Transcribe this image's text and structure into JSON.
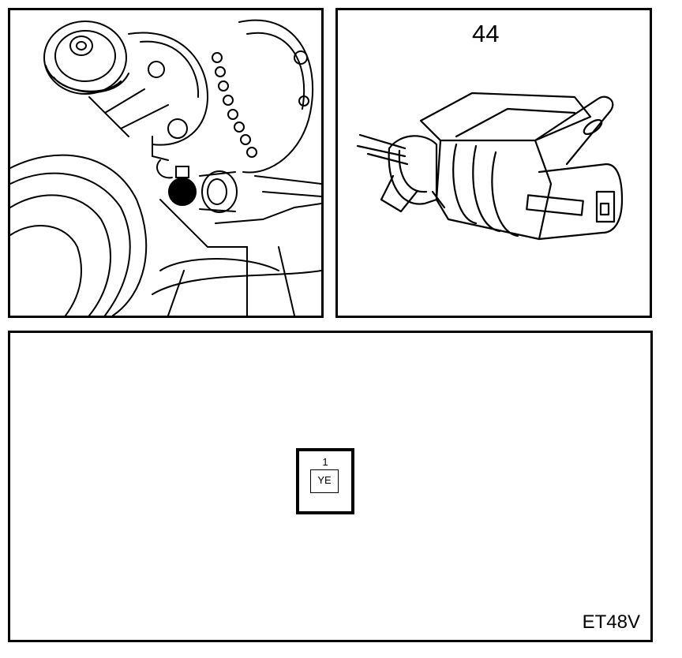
{
  "connector_panel": {
    "connector_number": "44"
  },
  "pinout_panel": {
    "pins": [
      {
        "number": "1",
        "wire_color": "YE"
      }
    ],
    "figure_code": "ET48V"
  }
}
